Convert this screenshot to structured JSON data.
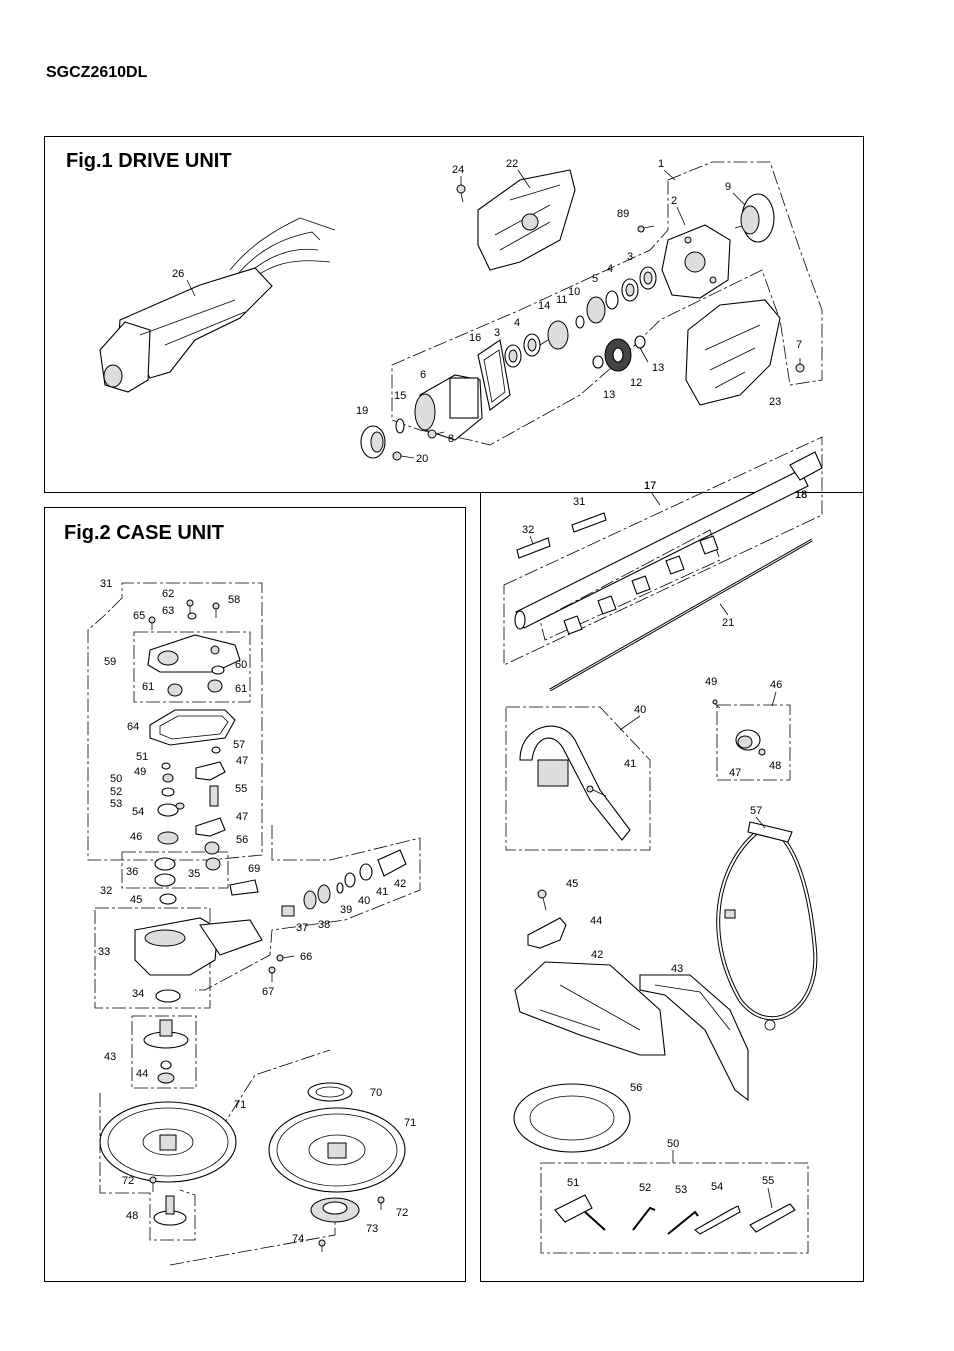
{
  "model": "SGCZ2610DL",
  "fig1": {
    "title": "Fig.1 DRIVE UNIT",
    "labels": [
      "24",
      "22",
      "1",
      "9",
      "89",
      "2",
      "3",
      "26",
      "4",
      "5",
      "10",
      "11",
      "14",
      "3",
      "4",
      "16",
      "7",
      "6",
      "13",
      "12",
      "13",
      "23",
      "15",
      "19",
      "8",
      "20",
      "17",
      "18"
    ]
  },
  "fig2": {
    "title": "Fig.2 CASE UNIT",
    "labels": [
      "31",
      "62",
      "58",
      "63",
      "65",
      "59",
      "60",
      "61",
      "61",
      "64",
      "57",
      "51",
      "47",
      "49",
      "50",
      "52",
      "53",
      "55",
      "54",
      "47",
      "46",
      "56",
      "36",
      "35",
      "69",
      "45",
      "32",
      "42",
      "41",
      "40",
      "39",
      "38",
      "37",
      "33",
      "66",
      "67",
      "34",
      "43",
      "44",
      "70",
      "71",
      "71",
      "72",
      "72",
      "48",
      "73",
      "74"
    ]
  },
  "acc": {
    "labels": [
      "31",
      "17",
      "32",
      "18",
      "21",
      "49",
      "46",
      "40",
      "41",
      "47",
      "48",
      "57",
      "45",
      "44",
      "42",
      "43",
      "56",
      "50",
      "51",
      "52",
      "53",
      "54",
      "55"
    ]
  }
}
